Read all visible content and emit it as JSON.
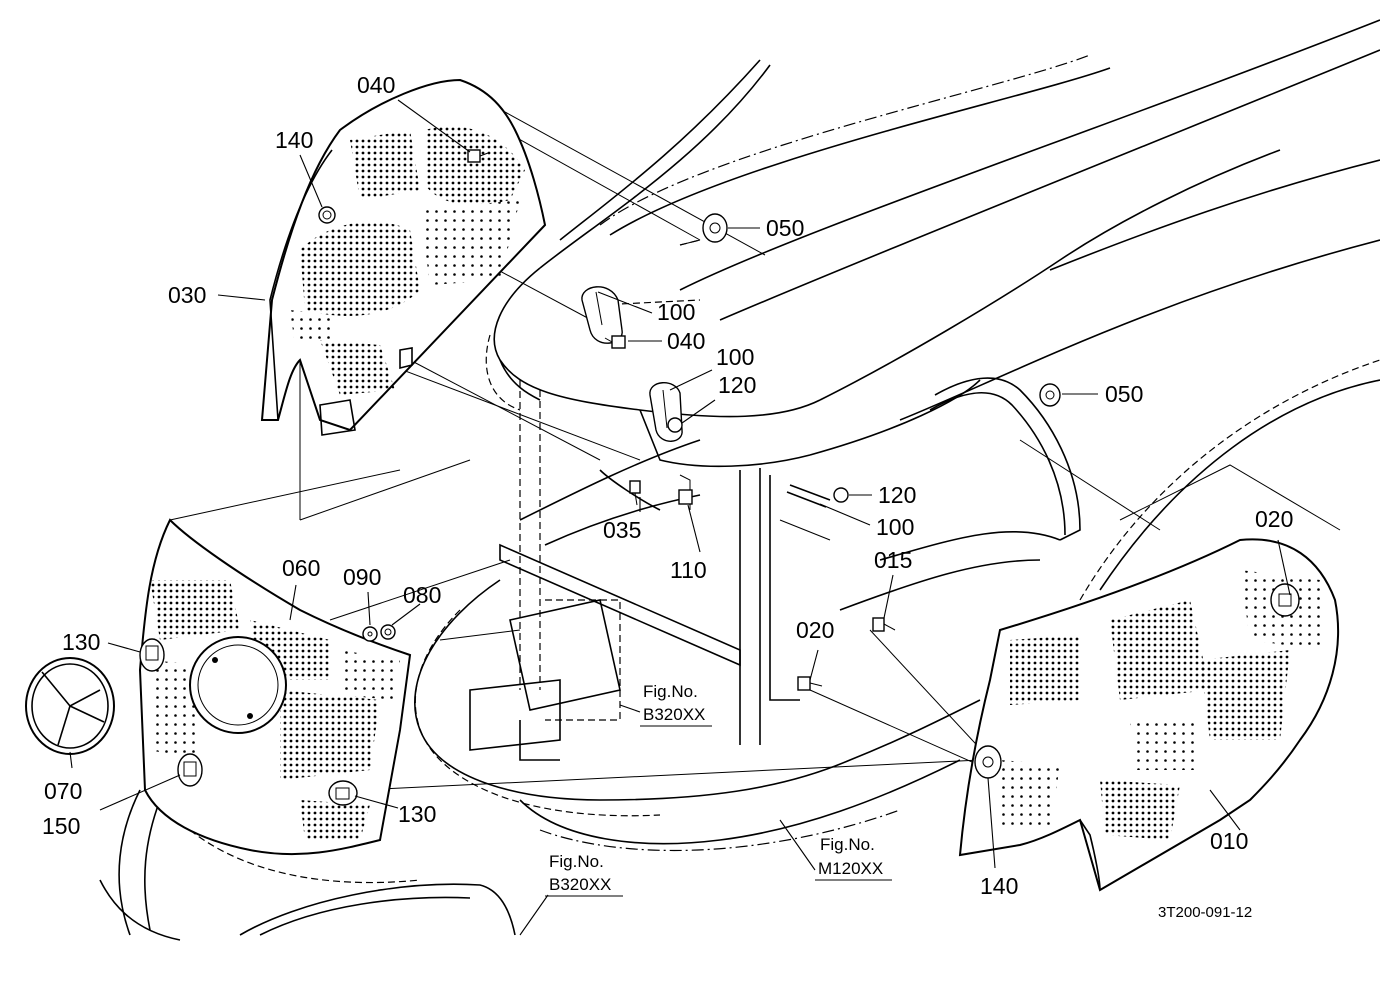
{
  "parts": {
    "p010": "010",
    "p015": "015",
    "p020": "020",
    "p030": "030",
    "p035": "035",
    "p040": "040",
    "p050": "050",
    "p060": "060",
    "p070": "070",
    "p080": "080",
    "p090": "090",
    "p100": "100",
    "p110": "110",
    "p120": "120",
    "p130": "130",
    "p140": "140",
    "p150": "150"
  },
  "references": {
    "fig_label": "Fig.No.",
    "b320": "B320XX",
    "m120": "M120XX"
  },
  "drawing_id": "3T200-091-12"
}
